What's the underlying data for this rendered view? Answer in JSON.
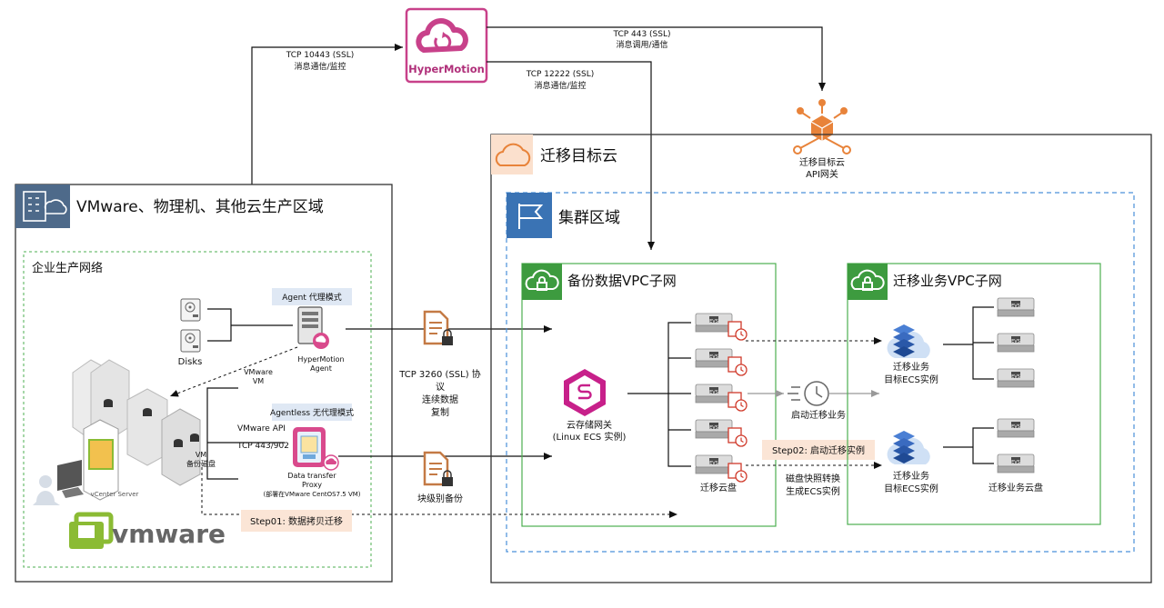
{
  "hypermotion": {
    "name": "HyperMotion"
  },
  "top_links": {
    "left": {
      "protocol": "TCP 10443 (SSL)",
      "purpose": "消息通信/监控"
    },
    "right_top": {
      "protocol": "TCP 443 (SSL)",
      "purpose": "消息调用/通信"
    },
    "middle": {
      "protocol": "TCP 12222 (SSL)",
      "purpose": "消息通信/监控"
    }
  },
  "source_region": {
    "title": "VMware、物理机、其他云生产区域",
    "network": "企业生产网络",
    "agent_mode": "Agent 代理模式",
    "disks_label": "Disks",
    "agent_label": [
      "HyperMotion",
      "Agent"
    ],
    "vmware_vm": [
      "VMware",
      "VM"
    ],
    "agentless_mode": "Agentless 无代理模式",
    "vmware_api": "VMware API",
    "tcp_ports": "TCP  443/902",
    "vm_backup_disk": [
      "VM",
      "备份磁盘"
    ],
    "proxy_label": [
      "Data transfer",
      "Proxy",
      "(部署在VMware CentOS7.5 VM)"
    ],
    "vcenter": "vCenter Server",
    "vmware_logo_text": "vmware",
    "step01": "Step01: 数据拷贝迁移"
  },
  "middle": {
    "iscsi": [
      "TCP 3260 (SSL) 协",
      "议",
      "连续数据",
      "复制"
    ],
    "block_backup": "块级别备份"
  },
  "target_cloud": {
    "title": "迁移目标云",
    "api_gateway": [
      "迁移目标云",
      "API网关"
    ],
    "cluster": "集群区域",
    "backup_vpc": "备份数据VPC子网",
    "storage_gateway": [
      "云存储网关",
      "(Linux ECS 实例)"
    ],
    "migration_disks": "迁移云盘",
    "evs_tag": "EVS",
    "start_migration": "启动迁移业务",
    "step02": "Step02: 启动迁移实例",
    "snapshot_convert": [
      "磁盘快照转换",
      "生成ECS实例"
    ],
    "business_vpc": "迁移业务VPC子网",
    "ecs_instance": [
      "迁移业务",
      "目标ECS实例"
    ],
    "business_disks": "迁移业务云盘"
  }
}
